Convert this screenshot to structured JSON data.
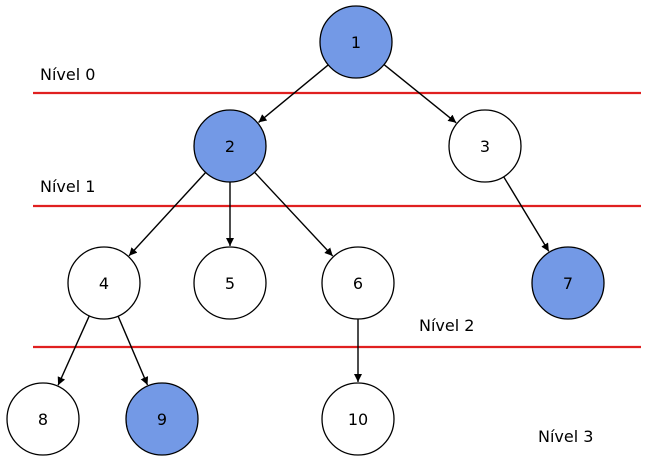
{
  "colors": {
    "highlight": "#7399e6",
    "node_default": "#ffffff",
    "divider": "#e02020",
    "stroke": "#000000"
  },
  "levels": [
    {
      "id": "level-0",
      "label": "Nível 0"
    },
    {
      "id": "level-1",
      "label": "Nível 1"
    },
    {
      "id": "level-2",
      "label": "Nível 2"
    },
    {
      "id": "level-3",
      "label": "Nível 3"
    }
  ],
  "nodes": [
    {
      "id": "n1",
      "label": "1",
      "highlighted": true
    },
    {
      "id": "n2",
      "label": "2",
      "highlighted": true
    },
    {
      "id": "n3",
      "label": "3",
      "highlighted": false
    },
    {
      "id": "n4",
      "label": "4",
      "highlighted": false
    },
    {
      "id": "n5",
      "label": "5",
      "highlighted": false
    },
    {
      "id": "n6",
      "label": "6",
      "highlighted": false
    },
    {
      "id": "n7",
      "label": "7",
      "highlighted": true
    },
    {
      "id": "n8",
      "label": "8",
      "highlighted": false
    },
    {
      "id": "n9",
      "label": "9",
      "highlighted": true
    },
    {
      "id": "n10",
      "label": "10",
      "highlighted": false
    }
  ],
  "edges": [
    {
      "from": "n1",
      "to": "n2"
    },
    {
      "from": "n1",
      "to": "n3"
    },
    {
      "from": "n2",
      "to": "n4"
    },
    {
      "from": "n2",
      "to": "n5"
    },
    {
      "from": "n2",
      "to": "n6"
    },
    {
      "from": "n3",
      "to": "n7"
    },
    {
      "from": "n4",
      "to": "n8"
    },
    {
      "from": "n4",
      "to": "n9"
    },
    {
      "from": "n6",
      "to": "n10"
    }
  ]
}
